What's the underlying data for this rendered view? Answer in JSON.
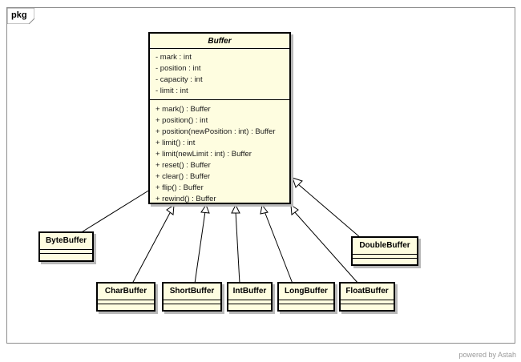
{
  "frame": {
    "label": "pkg"
  },
  "buffer": {
    "name": "Buffer",
    "attributes": [
      "- mark : int",
      "- position : int",
      "- capacity : int",
      "- limit : int"
    ],
    "operations": [
      "+ mark() : Buffer",
      "+ position() : int",
      "+ position(newPosition : int) : Buffer",
      "+ limit() : int",
      "+ limit(newLimit : int) : Buffer",
      "+ reset() : Buffer",
      "+ clear() : Buffer",
      "+ flip() : Buffer",
      "+ rewind() : Buffer"
    ]
  },
  "subclasses": {
    "byte": "ByteBuffer",
    "char": "CharBuffer",
    "short": "ShortBuffer",
    "int": "IntBuffer",
    "long": "LongBuffer",
    "float": "FloatBuffer",
    "double": "DoubleBuffer"
  },
  "footer": {
    "powered_by": "powered by Astah"
  },
  "colors": {
    "class_fill": "#fefde0",
    "shadow": "#b8b8b8",
    "border": "#000000"
  }
}
